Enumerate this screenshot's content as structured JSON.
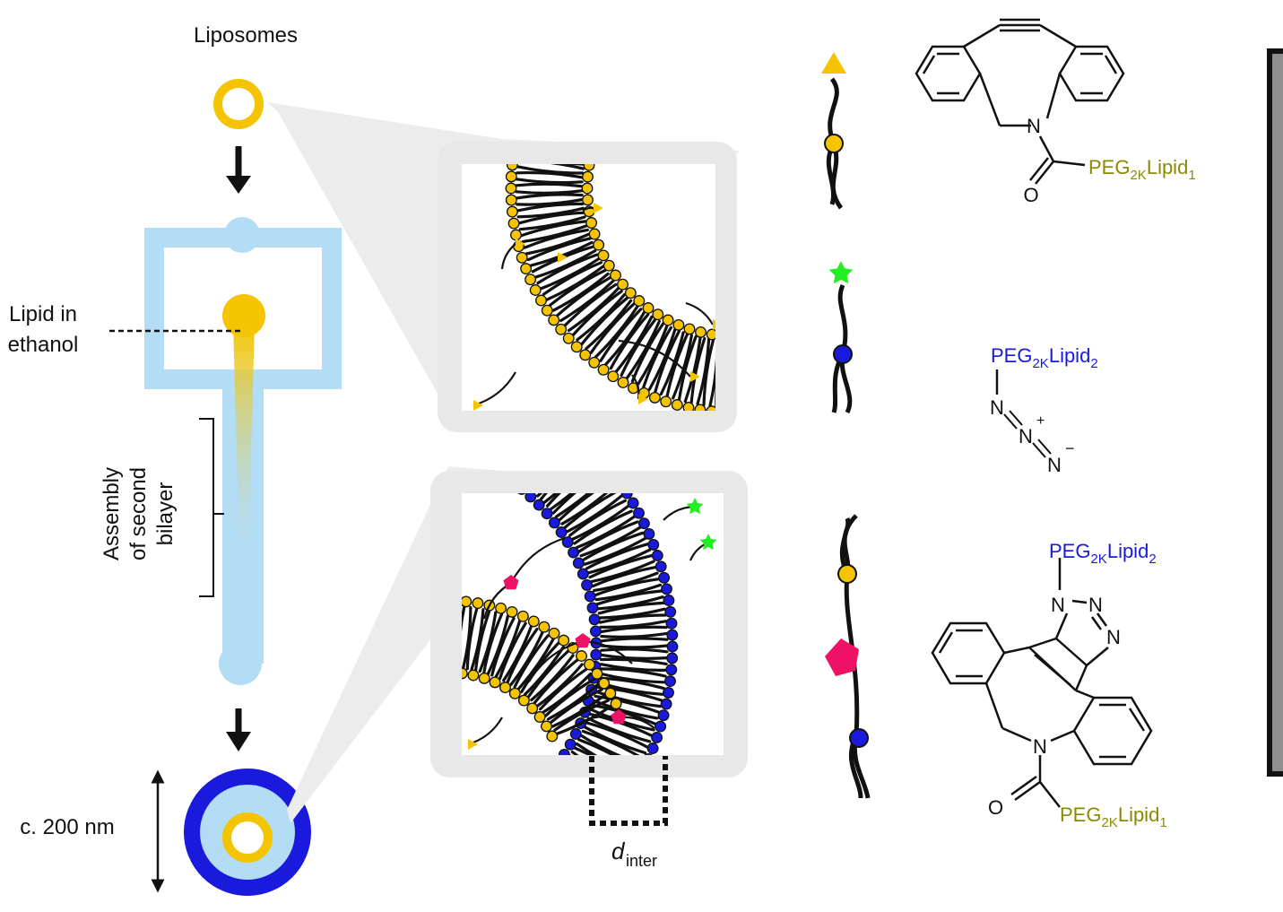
{
  "labels": {
    "liposomes": "Liposomes",
    "lipid_in_line1": "Lipid in",
    "lipid_in_line2": "ethanol",
    "assembly_line1": "Assembly",
    "assembly_line2": "of second",
    "assembly_line3": "bilayer",
    "size": "c. 200 nm",
    "d_main": "d",
    "d_sub": "inter"
  },
  "chem": {
    "peg": "PEG",
    "peg_sub": "2K",
    "lipid": "Lipid",
    "sub1": "1",
    "sub2": "2",
    "N": "N",
    "O": "O",
    "plus": "+",
    "minus": "−"
  },
  "colors": {
    "yellow": "#f5c400",
    "light_blue": "#b3dcf5",
    "dark_blue": "#1a1adc",
    "green": "#22ee22",
    "pink": "#ee1166",
    "panel_gray": "#e8e8e8",
    "olive": "#8a8a00",
    "black": "#111111"
  },
  "icons": {
    "dbco": "triangle",
    "azide": "star",
    "triazole": "pentagon"
  }
}
